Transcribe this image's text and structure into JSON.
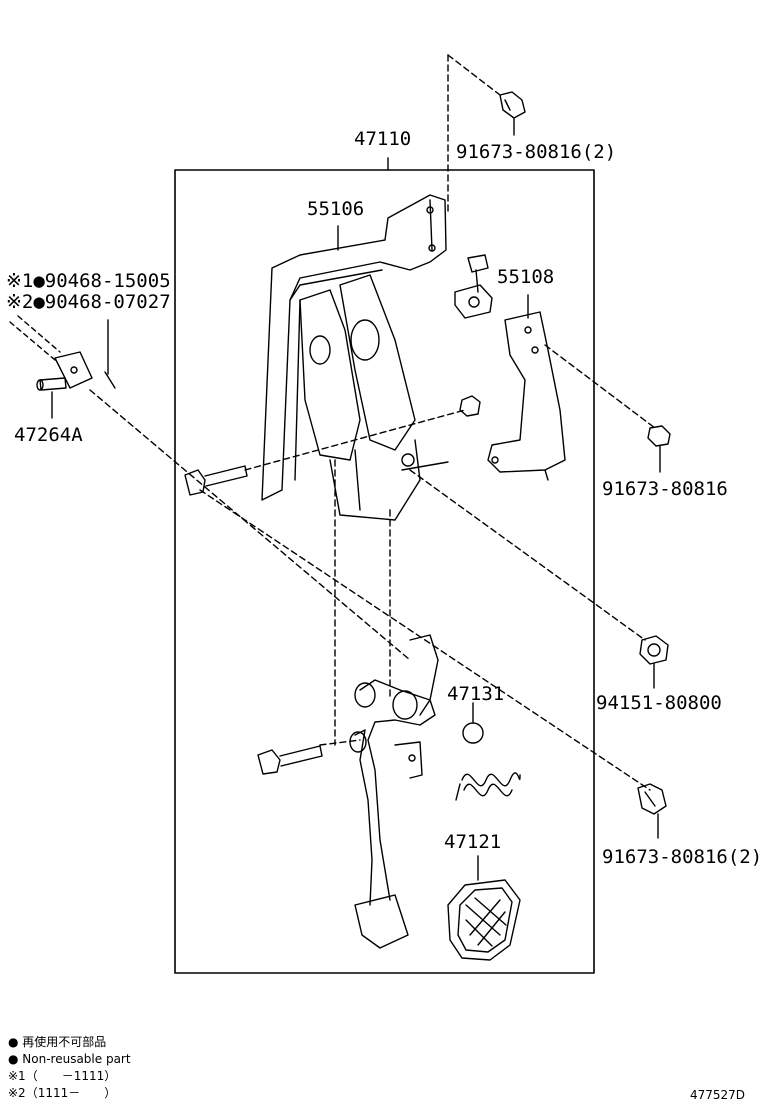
{
  "parts": {
    "p47110": "47110",
    "p55106": "55106",
    "p55108": "55108",
    "p91673_top": "91673-80816(2)",
    "p90468_15005": "※1●90468-15005",
    "p90468_07027": "※2●90468-07027",
    "p47264A": "47264A",
    "p91673_mid": "91673-80816",
    "p94151": "94151-80800",
    "p47131": "47131",
    "p91673_bot": "91673-80816(2)",
    "p47121": "47121"
  },
  "legend": {
    "line1": "● 再使用不可部品",
    "line2": "● Non-reusable part",
    "line3": "※1（　　－1111）",
    "line4": "※2（1111－　　）"
  },
  "diagram_id": "477527D"
}
